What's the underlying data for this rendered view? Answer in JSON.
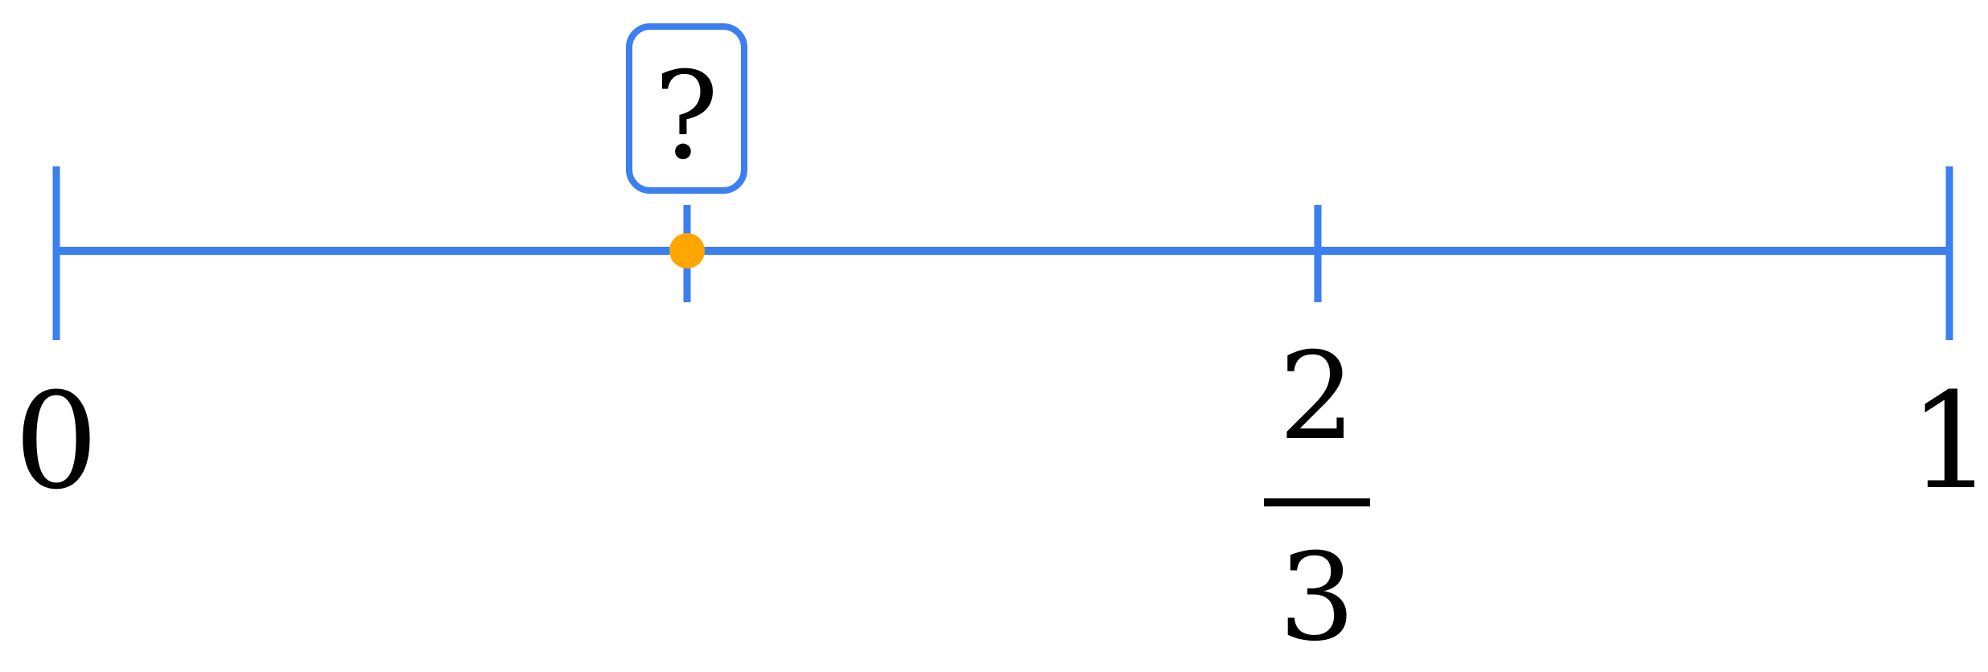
{
  "number_line": {
    "start_label": "0",
    "end_label": "1",
    "start_value": 0,
    "end_value": 1,
    "line_color": "#3b7ff0",
    "marked_fraction": {
      "numerator": "2",
      "denominator": "3",
      "value": 0.6666667
    },
    "unknown_point": {
      "label": "?",
      "value": 0.3333333,
      "dot_color": "#ffa500"
    }
  }
}
